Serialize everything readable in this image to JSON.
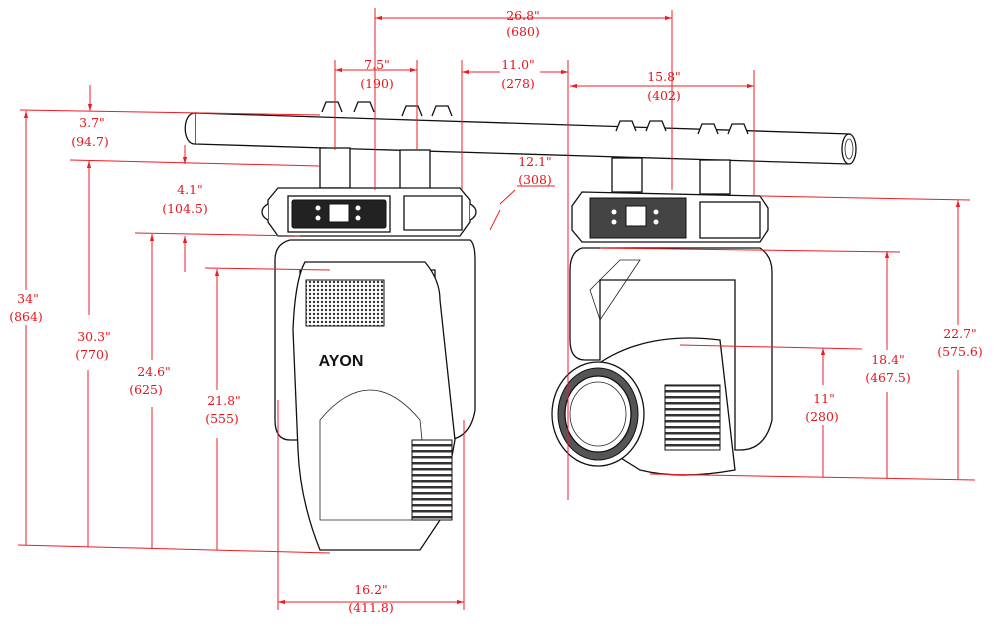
{
  "title": "Moving head fixture dimension drawing",
  "dimensions": {
    "overall_width": {
      "in": "26.8\"",
      "mm": "(680)"
    },
    "clamp_spacing_front": {
      "in": "7.5\"",
      "mm": "(190)"
    },
    "clamp_to_pipe_offset": {
      "in": "11.0\"",
      "mm": "(278)"
    },
    "base_width_side": {
      "in": "15.8\"",
      "mm": "(402)"
    },
    "base_depth": {
      "in": "12.1\"",
      "mm": "(308)"
    },
    "pipe_to_clamp": {
      "in": "3.7\"",
      "mm": "(94.7)"
    },
    "base_height": {
      "in": "4.1\"",
      "mm": "(104.5)"
    },
    "total_height": {
      "in": "34\"",
      "mm": "(864)"
    },
    "height_below_pipe": {
      "in": "30.3\"",
      "mm": "(770)"
    },
    "height_below_base": {
      "in": "24.6\"",
      "mm": "(625)"
    },
    "head_height": {
      "in": "21.8\"",
      "mm": "(555)"
    },
    "head_width": {
      "in": "16.2\"",
      "mm": "(411.8)"
    },
    "lens_center_height": {
      "in": "11\"",
      "mm": "(280)"
    },
    "yoke_height": {
      "in": "18.4\"",
      "mm": "(467.5)"
    },
    "side_total_height": {
      "in": "22.7\"",
      "mm": "(575.6)"
    }
  },
  "logo_text": "AYON"
}
